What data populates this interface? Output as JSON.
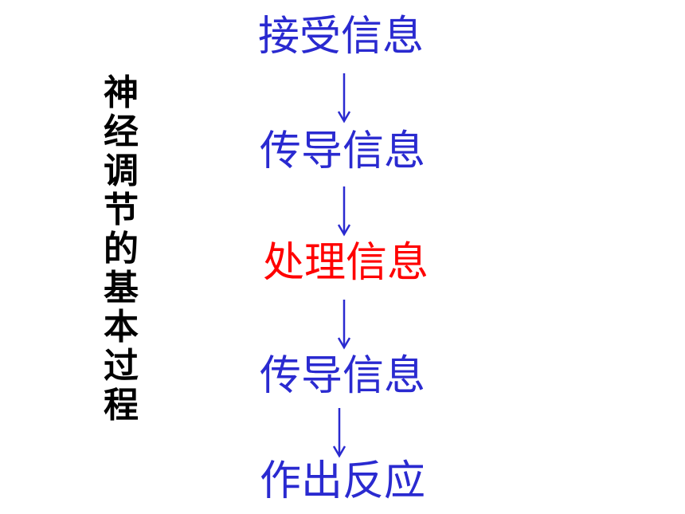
{
  "title": "神经调节的基本过程",
  "colors": {
    "blue": "#2a2ad0",
    "red": "#ff0000",
    "title": "#000000"
  },
  "steps": [
    {
      "label": "接受信息",
      "color": "blue"
    },
    {
      "label": "传导信息",
      "color": "blue"
    },
    {
      "label": "处理信息",
      "color": "red"
    },
    {
      "label": "传导信息",
      "color": "blue"
    },
    {
      "label": "作出反应",
      "color": "blue"
    }
  ]
}
